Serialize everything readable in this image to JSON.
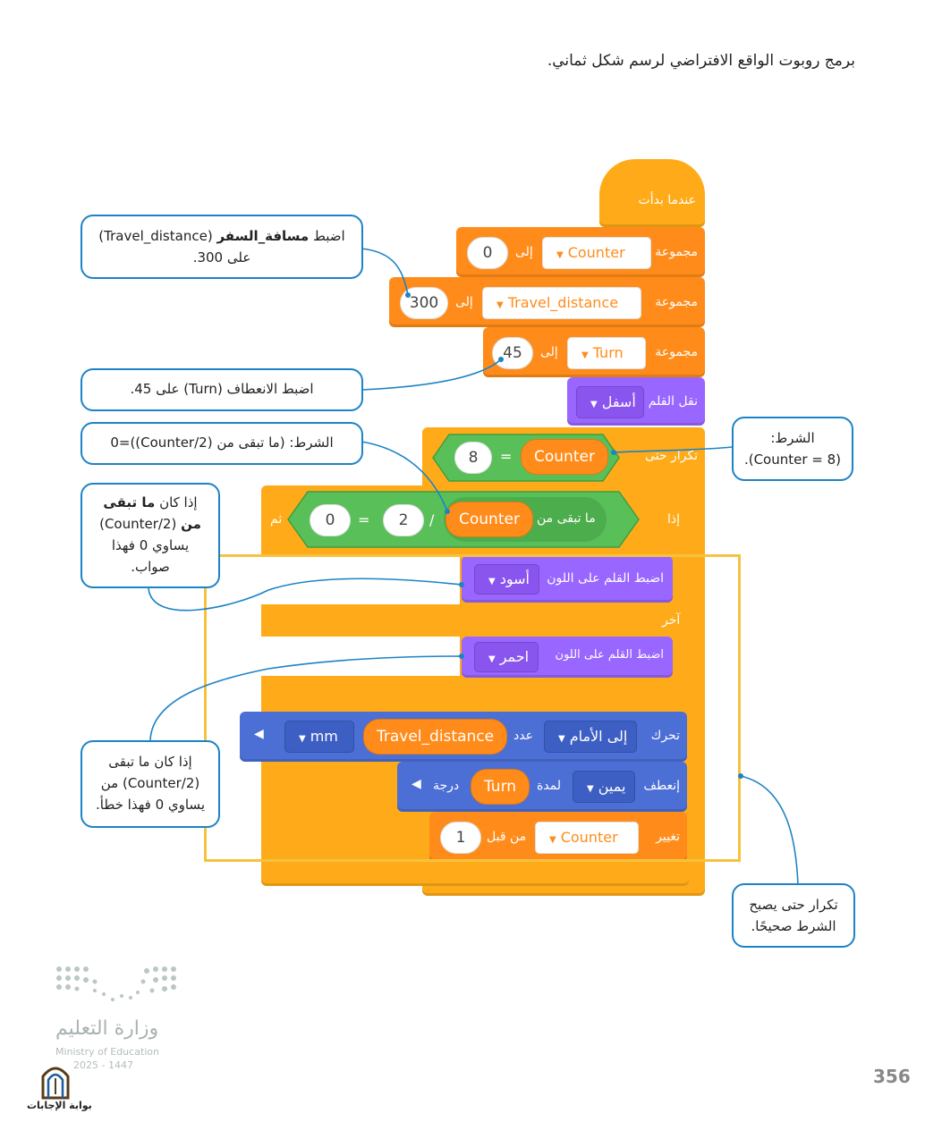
{
  "page": {
    "title": "برمج روبوت الواقع الافتراضي لرسم شكل ثماني.",
    "page_number": "356"
  },
  "blocks": {
    "hat": "عندما بدأت",
    "set1": {
      "label": "مجموعة",
      "var": "Counter",
      "to": "إلى",
      "value": "0"
    },
    "set2": {
      "label": "مجموعة",
      "var": "Travel_distance",
      "to": "إلى",
      "value": "300"
    },
    "set3": {
      "label": "مجموعة",
      "var": "Turn",
      "to": "إلى",
      "value": "45"
    },
    "pen": {
      "label": "نقل القلم",
      "option": "أسفل"
    },
    "repeat": {
      "label": "تكرار حتى",
      "var": "Counter",
      "op": "=",
      "value": "8"
    },
    "if": {
      "label": "إذا",
      "then": "ثم",
      "mod": "ما تبقى من",
      "var": "Counter",
      "div": "/",
      "divisor": "2",
      "eq": "=",
      "value": "0"
    },
    "pen_black": {
      "label": "اضبط القلم على اللون",
      "option": "أسود"
    },
    "else": "آخر",
    "pen_red": {
      "label": "اضبط القلم على اللون",
      "option": "احمر"
    },
    "move": {
      "label": "تحرك",
      "dir": "إلى الأمام",
      "count": "عدد",
      "var": "Travel_distance",
      "unit": "mm"
    },
    "turn": {
      "label": "إنعطف",
      "dir": "يمين",
      "for": "لمدة",
      "var": "Turn",
      "deg": "درجة"
    },
    "change": {
      "label": "تغيير",
      "var": "Counter",
      "by": "من قبل",
      "value": "1"
    }
  },
  "callouts": {
    "c1_a": "اضبط",
    "c1_b": "مسافة_السفر",
    "c1_c": "(Travel_distance)",
    "c1_d": "على 300.",
    "c2": "اضبط الانعطاف (Turn) على 45.",
    "c3": "الشرط: (ما تبقى من (Counter/2))=0",
    "c4_a": "إذا كان",
    "c4_b": "ما تبقى",
    "c4_c": "من",
    "c4_d": "(Counter/2)",
    "c4_e": "يساوي 0 فهذا",
    "c4_f": "صواب.",
    "c5_a": "الشرط:",
    "c5_b": "(Counter = 8).",
    "c6_a": "إذا كان ما تبقى",
    "c6_b": "(Counter/2) من",
    "c6_c": "يساوي 0 فهذا خطأ.",
    "c7_a": "تكرار حتى يصبح",
    "c7_b": "الشرط صحيحًا."
  },
  "logo": {
    "ar": "وزارة التعليم",
    "en": "Ministry of Education",
    "year": "2025 - 1447",
    "portal": "بوابة الإجابات"
  },
  "colors": {
    "orange": "#ffab19",
    "var_orange": "#ff8c1a",
    "purple": "#9966ff",
    "blue": "#4c6fd6",
    "green": "#59c059",
    "callout_border": "#1c83c6",
    "highlight": "#f6c23e"
  }
}
